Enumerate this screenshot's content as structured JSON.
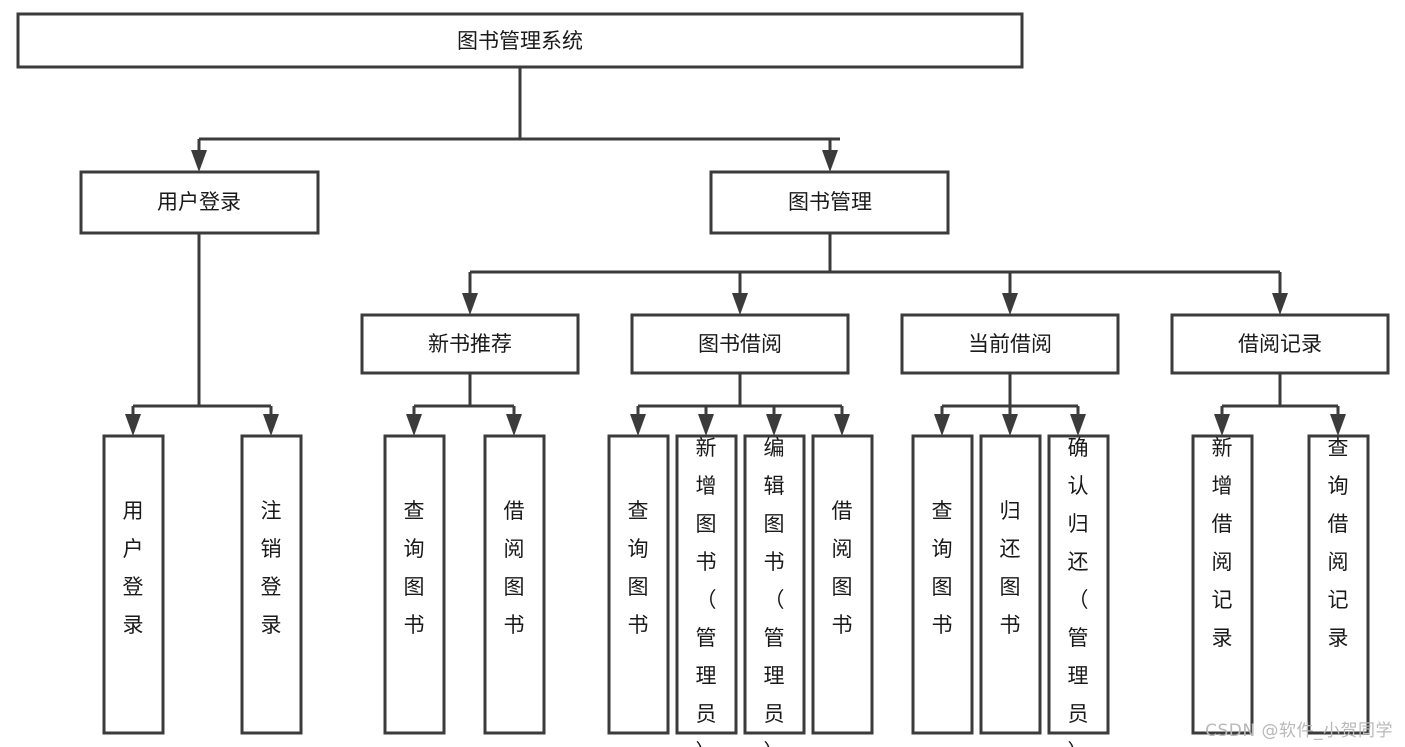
{
  "diagram": {
    "type": "tree-hierarchy-chart",
    "title": "图书管理系统",
    "watermark": "CSDN @软件_小贺同学",
    "colors": {
      "stroke": "#3b3b3b",
      "fill": "#ffffff",
      "text": "#1a1a1a",
      "watermark": "#b9b9b9",
      "background": "#ffffff"
    },
    "nodes": {
      "root": {
        "label": "图书管理系统"
      },
      "level2": [
        {
          "id": "user-login",
          "label": "用户登录"
        },
        {
          "id": "book-management",
          "label": "图书管理"
        }
      ],
      "level3": [
        {
          "id": "new-book-recommend",
          "label": "新书推荐"
        },
        {
          "id": "book-borrow",
          "label": "图书借阅"
        },
        {
          "id": "current-borrow",
          "label": "当前借阅"
        },
        {
          "id": "borrow-record",
          "label": "借阅记录"
        }
      ],
      "leaves": {
        "user_login": [
          {
            "id": "leaf-user-login",
            "label": "用户登录"
          },
          {
            "id": "leaf-logout-login",
            "label": "注销登录"
          }
        ],
        "new_book_recommend": [
          {
            "id": "leaf-query-book-1",
            "label": "查询图书"
          },
          {
            "id": "leaf-borrow-book-1",
            "label": "借阅图书"
          }
        ],
        "book_borrow": [
          {
            "id": "leaf-query-book-2",
            "label": "查询图书"
          },
          {
            "id": "leaf-add-book",
            "label": "新增图书（管理员）"
          },
          {
            "id": "leaf-edit-book",
            "label": "编辑图书（管理员）"
          },
          {
            "id": "leaf-borrow-book-2",
            "label": "借阅图书"
          }
        ],
        "current_borrow": [
          {
            "id": "leaf-query-book-3",
            "label": "查询图书"
          },
          {
            "id": "leaf-return-book",
            "label": "归还图书"
          },
          {
            "id": "leaf-confirm-return",
            "label": "确认归还（管理员）"
          }
        ],
        "borrow_record": [
          {
            "id": "leaf-add-record",
            "label": "新增借阅记录"
          },
          {
            "id": "leaf-query-record",
            "label": "查询借阅记录"
          }
        ]
      }
    }
  }
}
